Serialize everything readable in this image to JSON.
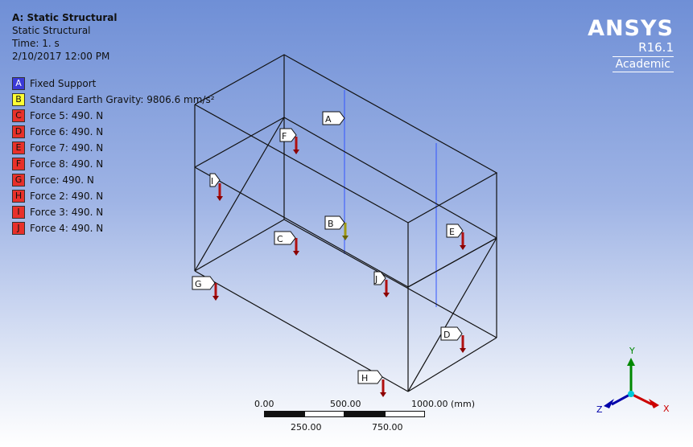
{
  "header": {
    "title": "A: Static Structural",
    "analysis_type": "Static Structural",
    "time": "Time: 1. s",
    "date": "2/10/2017 12:00 PM"
  },
  "legend": [
    {
      "key": "A",
      "label": "Fixed Support",
      "color": "#3a3ad8"
    },
    {
      "key": "B",
      "label": "Standard Earth Gravity: 9806.6 mm/s²",
      "color": "#ffff33"
    },
    {
      "key": "C",
      "label": "Force 5: 490. N",
      "color": "#e8302a"
    },
    {
      "key": "D",
      "label": "Force 6: 490. N",
      "color": "#e8302a"
    },
    {
      "key": "E",
      "label": "Force 7: 490. N",
      "color": "#e8302a"
    },
    {
      "key": "F",
      "label": "Force 8: 490. N",
      "color": "#e8302a"
    },
    {
      "key": "G",
      "label": "Force: 490. N",
      "color": "#e8302a"
    },
    {
      "key": "H",
      "label": "Force 2: 490. N",
      "color": "#e8302a"
    },
    {
      "key": "I",
      "label": "Force 3: 490. N",
      "color": "#e8302a"
    },
    {
      "key": "J",
      "label": "Force 4: 490. N",
      "color": "#e8302a"
    }
  ],
  "brand": {
    "name": "ANSYS",
    "version": "R16.1",
    "edition": "Academic"
  },
  "scale_bar": {
    "top_labels": [
      "0.00",
      "500.00",
      "1000.00 (mm)"
    ],
    "bottom_labels": [
      "250.00",
      "750.00"
    ]
  },
  "triad": {
    "x": "X",
    "y": "Y",
    "z": "Z",
    "colors": {
      "x": "#cc0000",
      "y": "#008800",
      "z": "#0000aa"
    }
  },
  "callouts": [
    "A",
    "B",
    "C",
    "D",
    "E",
    "F",
    "G",
    "H",
    "I",
    "J"
  ],
  "colors": {
    "force_arrow": "#b01010",
    "gravity_arrow": "#a09a10",
    "support_line": "#3355ff"
  }
}
